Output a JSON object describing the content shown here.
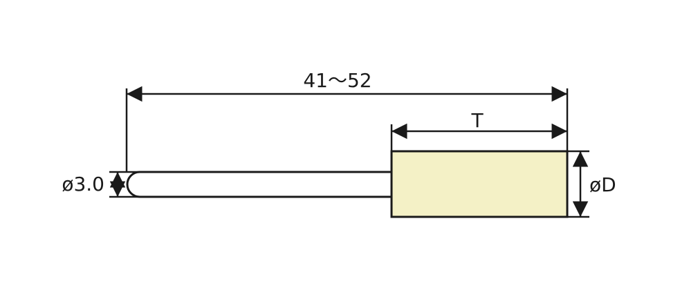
{
  "diagram": {
    "overall_length_label": "41～52",
    "head_length_label": "T",
    "shank_diameter_label": "ø3.0",
    "head_diameter_label": "øD"
  },
  "colors": {
    "line": "#1a1a1a",
    "head_fill": "#f4f1c6",
    "background": "#ffffff"
  }
}
